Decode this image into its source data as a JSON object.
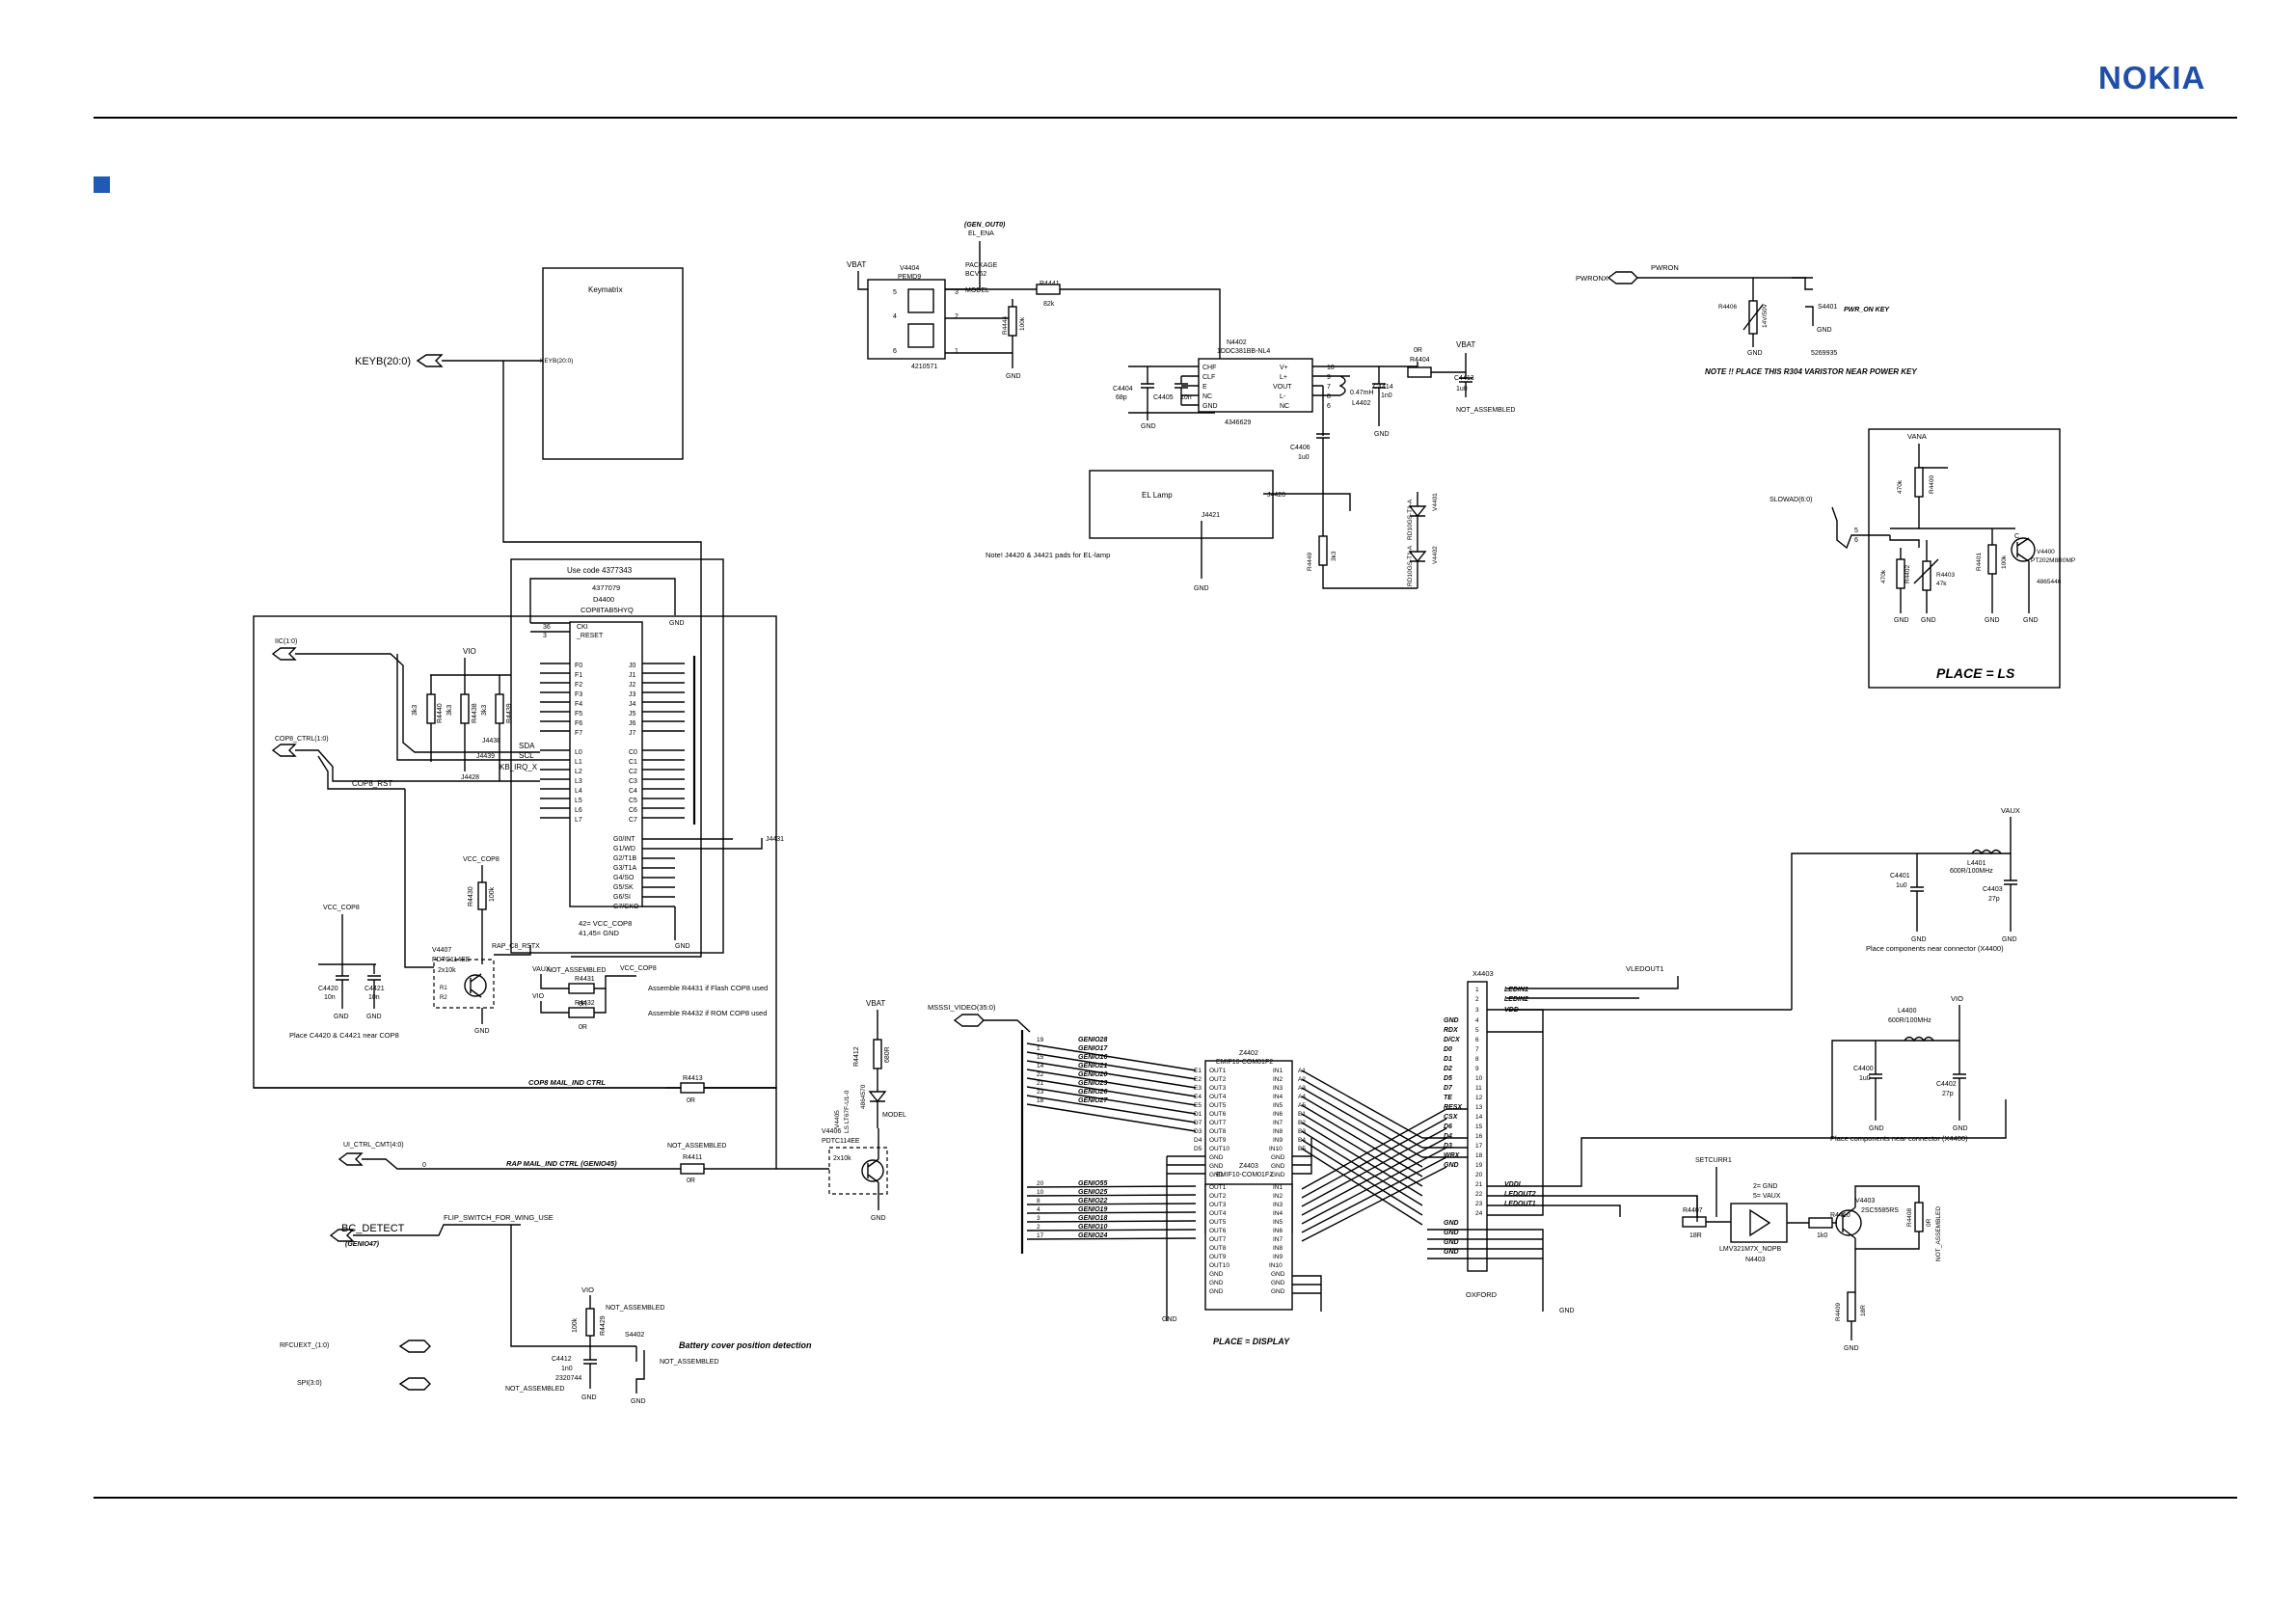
{
  "brand": {
    "logo": "NOKIA",
    "accent_color": "#1f4fa8",
    "marker_color": "#1f5ab5"
  },
  "texts": {
    "keymatrix": "Keymatrix",
    "keyb_bus": "KEYB(20:0)",
    "keyb_pin": "KEYB(20:0)",
    "iic": "IIC(1:0)",
    "cop8_ctrl": "COP8_CTRL(1:0)",
    "cop8_rst": "COP8_RST",
    "vio_a": "VIO",
    "r4440": "R4440",
    "r4440v": "3k3",
    "r4438": "R4438",
    "r4438v": "3k3",
    "r4439": "R4439",
    "r4439v": "3k3",
    "use_code": "Use code 4377343",
    "d4400_code": "4377079",
    "d4400": "D4400",
    "d4400_type": "COP8TAB5HYQ",
    "cki": "CKI",
    "reset": "_RESET",
    "sda": "SDA",
    "scl": "SCL",
    "kb_irq": "KB_IRQ_X",
    "j4438": "J4438",
    "j4439": "J4439",
    "j4428": "J4428",
    "gnd_d": "GND",
    "g0int": "G0/INT",
    "g1wd": "G1/WD",
    "g2t1b": "G2/T1B",
    "g3t1a": "G3/T1A",
    "g4so": "G4/SO",
    "g5sk": "G5/SK",
    "g6si": "G6/SI",
    "g7cko": "G7/CKO",
    "j4431": "J4431",
    "vcc_cop8_pin": "42= VCC_COP8",
    "gnd_pins": "41,45= GND",
    "gnd_e": "GND",
    "vcc_cop8_a": "VCC_COP8",
    "r4430": "R4430",
    "r4430v": "100k",
    "v4407": "V4407",
    "v4407t": "PDTC114EE",
    "rap_rst": "RAP_C8_RSTX",
    "r2x10k_a": "2x10k",
    "r1_a": "R1",
    "r2_a": "R2",
    "gnd_f": "GND",
    "vcc_cop8_b": "VCC_COP8",
    "c4420": "C4420",
    "c4420v": "10n",
    "c4421": "C4421",
    "c4421v": "10n",
    "gnd_g": "GND",
    "gnd_h": "GND",
    "place_c": "Place C4420 & C4421 near COP8",
    "vaux_a": "VAUX",
    "not_asm_a": "NOT_ASSEMBLED",
    "vcc_cop8_c": "VCC_COP8",
    "r4431": "R4431",
    "r4431v": "0R",
    "assemble1": "Assemble R4431 if Flash COP8 used",
    "vio_b": "VIO",
    "r4432": "R4432",
    "r4432v": "0R",
    "assemble2": "Assemble R4432 if ROM COP8 used",
    "cop8_mail": "COP8 MAIL_IND CTRL",
    "r4413": "R4413",
    "r4413v": "0R",
    "ui_ctrl": "UI_CTRL_CMT(4:0)",
    "rap_mail": "RAP MAIL_IND CTRL (GENIO45)",
    "not_asm_b": "NOT_ASSEMBLED",
    "r4411": "R4411",
    "r4411v": "0R",
    "vbat_a": "VBAT",
    "r4412": "R4412",
    "r4412v": "680R",
    "v4405": "V4405",
    "v4405t": "LS LT67F-U1-0",
    "v4405c": "4864570",
    "v4406": "V4406",
    "v4406t": "PDTC114EE",
    "model": "MODEL",
    "r2x10k_b": "2x10k",
    "gnd_i": "GND",
    "bc_detect": "BC_DETECT",
    "genio47": "(GENIO47)",
    "flip_switch": "FLIP_SWITCH_FOR_WING_USE",
    "vio_c": "VIO",
    "r4429": "R4429",
    "r4429v": "100k",
    "not_asm_c": "NOT_ASSEMBLED",
    "s4402": "S4402",
    "battery_cover": "Battery cover position detection",
    "not_asm_d": "NOT_ASSEMBLED",
    "c4412": "C4412",
    "c4412v": "1n0",
    "c4412c": "2320744",
    "not_asm_e": "NOT_ASSEMBLED",
    "gnd_j": "GND",
    "rfcuext": "RFCUEXT_(1:0)",
    "spi": "SPI(3:0)",
    "vbat_b": "VBAT",
    "v4404": "V4404",
    "v4404t": "PEMD9",
    "v4404c": "4210571",
    "gen_out0": "(GEN_OUT0)",
    "el_ena": "EL_ENA",
    "package": "PACKAGE",
    "bcv62": "BCV62",
    "model2": "MODEL",
    "r4441": "R4441",
    "r4441v": "82k",
    "r4444": "R4444",
    "r4444v": "100k",
    "gnd_k": "GND",
    "n4402": "N4402",
    "n4402t": "1DDC381BB-NL4",
    "chf": "CHF",
    "clf": "CLF",
    "e_pin": "E",
    "nc1": "NC",
    "gnd_p": "GND",
    "vp": "V+",
    "lp": "L+",
    "vout": "VOUT",
    "lm": "L-",
    "nc2": "NC",
    "n4402c": "4346629",
    "c4404": "C4404",
    "c4404v": "68p",
    "c4405": "C4405",
    "c4405v": "10n",
    "gnd_l": "GND",
    "l4402v": "0.47mH",
    "l4402": "L4402",
    "c4414": "C4414",
    "c4414v": "1n0",
    "r4404v": "0R",
    "r4404": "R4404",
    "vbat_c": "VBAT",
    "c4413": "C4413",
    "c4413v": "1u0",
    "gnd_m": "GND",
    "not_asm_f": "NOT_ASSEMBLED",
    "c4406": "C4406",
    "c4406v": "1u0",
    "el_lamp": "EL Lamp",
    "j4420": "J4420",
    "j4421": "J4421",
    "note_pads": "Note! J4420 & J4421 pads for EL-lamp",
    "gnd_n": "GND",
    "r4449": "R4449",
    "r4449v": "3k3",
    "v4401": "V4401",
    "v4401t": "RD10GS-T1-A",
    "v4402": "V4402",
    "v4402t": "RD10GS-T1-A",
    "pwronx": "PWRONX",
    "pwron": "PWRON",
    "r4406": "R4406",
    "r4406v": "14V/50V",
    "s4401": "S4401",
    "pwr_on_key": "PWR_ON KEY",
    "s4401c": "5269935",
    "gnd_o": "GND",
    "gnd_q": "GND",
    "note_varistor": "NOTE !! PLACE THIS R304  VARISTOR NEAR POWER KEY",
    "vana": "VANA",
    "r4400": "R4400",
    "r4400v": "470k",
    "slowad": "SLOWAD(6:0)",
    "c_pin": "C",
    "v4400": "V4400",
    "v4400t": "PT202M8R0MP",
    "v4400c": "4865446",
    "r4402": "R4402",
    "r4402v": "470k",
    "r4403": "R4403",
    "r4403v": "47k",
    "r4401": "R4401",
    "r4401v": "100k",
    "gnd_r": "GND",
    "gnd_s": "GND",
    "gnd_t": "GND",
    "gnd_u": "GND",
    "place_ls": "PLACE = LS",
    "vaux_b": "VAUX",
    "l4401": "L4401",
    "l4401v": "600R/100MHz",
    "c4401": "C4401",
    "c4401v": "1u0",
    "c4403": "C4403",
    "c4403v": "27p",
    "gnd_v": "GND",
    "gnd_w": "GND",
    "place_x1": "Place components near connector (X4400)",
    "vledout1": "VLEDOUT1",
    "mssi": "MSSSI_VIDEO(35:0)",
    "z4402": "Z4402",
    "z4402t": "EMIF10-COM01F2",
    "z4403": "Z4403",
    "z4403t": "EMIF10-COM01F2",
    "place_display": "PLACE = DISPLAY",
    "x4403": "X4403",
    "oxford": "OXFORD",
    "ledin1": "LEDIN1",
    "ledin2": "LEDIN2",
    "vdd_x": "VDD",
    "gnd_x1": "GND",
    "rdx": "RDX",
    "dcx": "D/CX",
    "d0": "D0",
    "d1": "D1",
    "d2": "D2",
    "d3": "D3",
    "d4": "D4",
    "d5": "D5",
    "d6": "D6",
    "d7": "D7",
    "te": "TE",
    "resx": "RESX",
    "csx": "CSX",
    "wrx": "WRX",
    "gnd_x2": "GND",
    "gnd_x3": "GND",
    "gnd_x4": "GND",
    "gnd_x5": "GND",
    "gnd_x6": "GND",
    "vddi": "VDDI",
    "ledout2": "LEDOUT2",
    "ledout1": "LEDOUT1",
    "gnd_y": "GND",
    "gnd_z": "GND",
    "vio_d": "VIO",
    "l4400": "L4400",
    "l4400v": "600R/100MHz",
    "c4400": "C4400",
    "c4400v": "1u0",
    "c4402": "C4402",
    "c4402v": "27p",
    "gnd_aa": "GND",
    "gnd_ab": "GND",
    "place_x2": "Place components near connector (X4400)",
    "setcurr": "SETCURR1",
    "vaux_c": "2= GND",
    "vaux_d": "5= VAUX",
    "n4403": "LMV321M7X_NOPB",
    "n4403c": "N4403",
    "r4407": "R4407",
    "r4407v": "18R",
    "r4410": "R4410",
    "r4410v": "1k0",
    "v4403": "V4403",
    "v4403t": "2SC5585RS",
    "r4408": "R4408",
    "r4408v": "0R",
    "not_asm_g": "NOT_ASSEMBLED",
    "r4409": "R4409",
    "r4409v": "18R",
    "gnd_ac": "GND"
  },
  "z4402_pins": {
    "nets": [
      "GENIO28",
      "GENIO17",
      "GENIO16",
      "GENIO21",
      "GENIO20",
      "GENIO23",
      "GENIO26",
      "GENIO27"
    ],
    "nums": [
      "19",
      "1",
      "15",
      "14",
      "22",
      "21",
      "23",
      "18"
    ],
    "out": [
      "OUT1",
      "OUT2",
      "OUT3",
      "OUT4",
      "OUT5",
      "OUT6",
      "OUT7",
      "OUT8",
      "OUT9",
      "OUT10",
      "GND",
      "GND",
      "GND"
    ],
    "ein": [
      "E1",
      "E2",
      "E3",
      "E4",
      "E5",
      "D1",
      "D7",
      "D3",
      "D4",
      "D5"
    ],
    "in": [
      "IN1",
      "IN2",
      "IN3",
      "IN4",
      "IN5",
      "IN6",
      "IN7",
      "IN8",
      "IN9",
      "IN10",
      "GND",
      "GND",
      "GND"
    ],
    "a": [
      "A1",
      "A2",
      "A3",
      "A4",
      "A5",
      "B1",
      "B2",
      "B3",
      "B4",
      "B5"
    ]
  },
  "z4403_pins": {
    "nets": [
      "GENIO55",
      "GENIO25",
      "GENIO22",
      "GENIO19",
      "GENIO18",
      "GENIO10",
      "GENIO24"
    ],
    "nums": [
      "20",
      "10",
      "8",
      "4",
      "3",
      "2",
      "17"
    ]
  }
}
